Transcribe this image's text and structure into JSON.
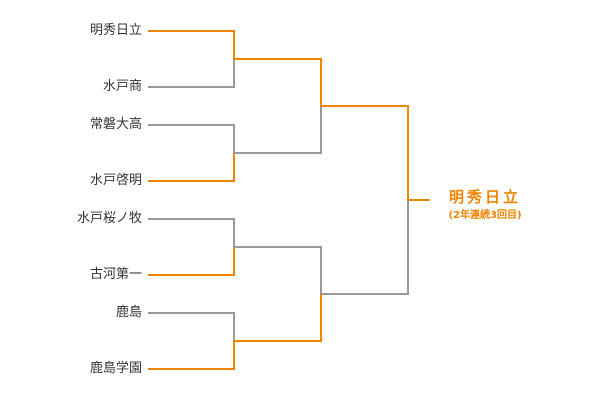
{
  "teams": [
    "明秀日立",
    "水戸商",
    "常磐大高",
    "水戸啓明",
    "水戸桜ノ牧",
    "古河第一",
    "鹿島",
    "鹿島学園"
  ],
  "champion": {
    "name": "明秀日立",
    "note": "(2年連続3回目)"
  },
  "colors": {
    "winner": "#f08300",
    "loser": "#999999"
  }
}
